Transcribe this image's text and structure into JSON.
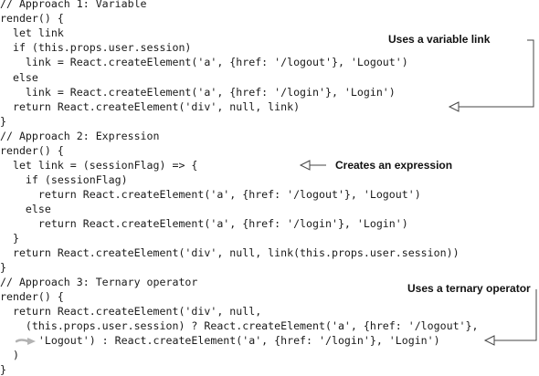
{
  "code_lines": [
    "// Approach 1: Variable",
    "render() {",
    "  let link",
    "  if (this.props.user.session)",
    "    link = React.createElement('a', {href: '/logout'}, 'Logout')",
    "  else",
    "    link = React.createElement('a', {href: '/login'}, 'Login')",
    "  return React.createElement('div', null, link)",
    "}",
    "// Approach 2: Expression",
    "render() {",
    "  let link = (sessionFlag) => {",
    "    if (sessionFlag)",
    "      return React.createElement('a', {href: '/logout'}, 'Logout')",
    "    else",
    "      return React.createElement('a', {href: '/login'}, 'Login')",
    "  }",
    "  return React.createElement('div', null, link(this.props.user.session))",
    "}",
    "// Approach 3: Ternary operator",
    "render() {",
    "  return React.createElement('div', null,",
    "    (this.props.user.session) ? React.createElement('a', {href: '/logout'},",
    "      'Logout') : React.createElement('a', {href: '/login'}, 'Login')",
    "  )",
    "}"
  ],
  "callouts": {
    "variable": "Uses a variable link",
    "expression": "Creates an expression",
    "ternary": "Uses a ternary operator"
  },
  "icons": {
    "continuation": "line-continuation-arrow-icon",
    "callout_pointer": "hollow-arrowhead-icon"
  },
  "colors": {
    "text": "#1a1a1a",
    "callout_line": "#444444",
    "continuation_arrow": "#b3b3b3"
  }
}
